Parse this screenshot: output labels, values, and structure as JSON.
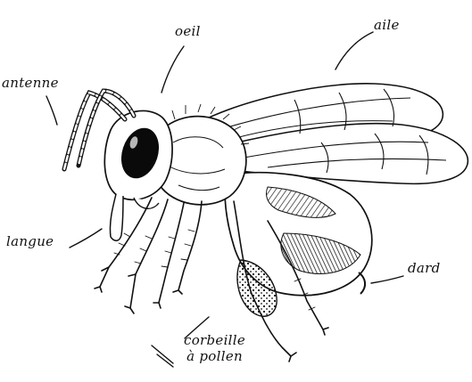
{
  "diagram": {
    "colors": {
      "ink": "#111111",
      "body_fill": "#ffffff",
      "eye_fill": "#0a0a0a"
    },
    "labels": {
      "oeil": "oeil",
      "aile": "aile",
      "antenne": "antenne",
      "langue": "langue",
      "dard": "dard",
      "corbeille_line1": "corbeille",
      "corbeille_line2": "à pollen"
    }
  }
}
